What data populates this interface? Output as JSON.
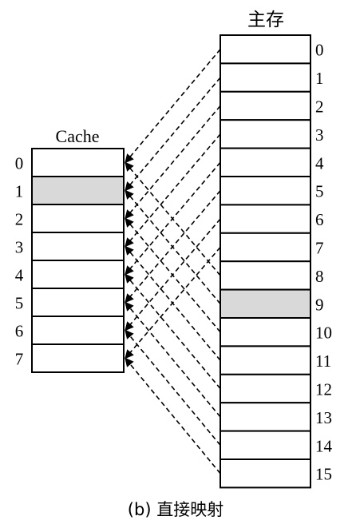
{
  "main_memory": {
    "title": "主存",
    "block_labels": [
      "0",
      "1",
      "2",
      "3",
      "4",
      "5",
      "6",
      "7",
      "8",
      "9",
      "10",
      "11",
      "12",
      "13",
      "14",
      "15"
    ],
    "highlighted_block": 9
  },
  "cache": {
    "title": "Cache",
    "line_labels": [
      "0",
      "1",
      "2",
      "3",
      "4",
      "5",
      "6",
      "7"
    ],
    "highlighted_line": 1
  },
  "caption": "(b) 直接映射",
  "colors": {
    "line": "#000000",
    "cell_fill": "#ffffff",
    "highlight_fill": "#d9d9d9",
    "arrow": "#000000"
  }
}
